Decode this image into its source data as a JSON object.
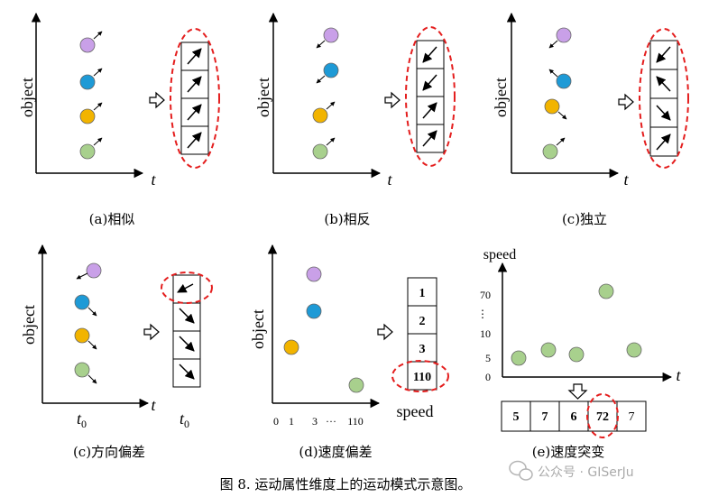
{
  "panels": {
    "a": {
      "caption": "(a)相似",
      "ylabel": "object",
      "xlabel": "t"
    },
    "b": {
      "caption": "(b)相反",
      "ylabel": "object",
      "xlabel": "t"
    },
    "c": {
      "caption": "(c)独立",
      "ylabel": "object",
      "xlabel": "t"
    },
    "d": {
      "caption": "(c)方向偏差",
      "ylabel": "object",
      "xlabel": "t",
      "t0_axis": "0",
      "t0_box": "0"
    },
    "e": {
      "caption": "(d)速度偏差",
      "ylabel": "object",
      "xlabel": "speed",
      "xticks": [
        "0",
        "1",
        "3",
        "···",
        "110"
      ],
      "box_values": [
        "1",
        "2",
        "3",
        "110"
      ]
    },
    "f": {
      "caption": "(e)速度突变",
      "ylabel": "speed",
      "xlabel": "t",
      "yticks": [
        "70",
        "⋮",
        "10",
        "5",
        "0"
      ],
      "box_values": [
        "5",
        "7",
        "6",
        "72",
        "7"
      ]
    }
  },
  "figure_caption": "图 8. 运动属性维度上的运动模式示意图。",
  "watermark": "公众号 · GISerJu",
  "colors": {
    "purple": "#c9a0e8",
    "blue": "#1e9ad6",
    "orange": "#f2b400",
    "green": "#a8d08d",
    "highlight": "#e41e1e"
  }
}
